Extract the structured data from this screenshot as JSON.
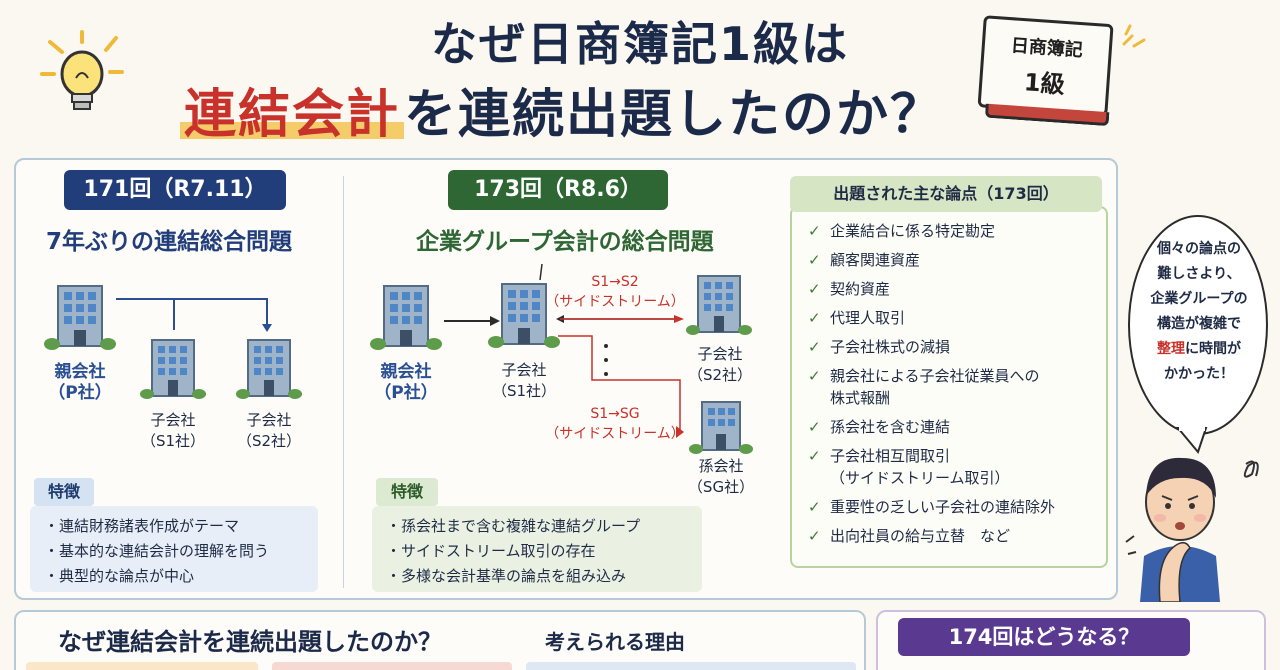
{
  "title": {
    "line1": "なぜ日商簿記1級は",
    "line2_highlight": "連結会計",
    "line2_rest": "を連続出題したのか？"
  },
  "book": {
    "line1": "日商簿記",
    "line2": "1級"
  },
  "left": {
    "pill": "171回（R7.11）",
    "heading": "7年ぶりの連結総合問題",
    "parent": {
      "name": "親会社",
      "code": "（P社）"
    },
    "sub1": {
      "name": "子会社",
      "code": "（S1社）"
    },
    "sub2": {
      "name": "子会社",
      "code": "（S2社）"
    },
    "feature_tag": "特徴",
    "features": [
      "・連結財務諸表作成がテーマ",
      "・基本的な連結会計の理解を問う",
      "・典型的な論点が中心"
    ]
  },
  "middle": {
    "pill": "173回（R8.6）",
    "heading": "企業グループ会計の総合問題",
    "parent": {
      "name": "親会社",
      "code": "（P社）"
    },
    "sub1": {
      "name": "子会社",
      "code": "（S1社）"
    },
    "sub2": {
      "name": "子会社",
      "code": "（S2社）"
    },
    "grand": {
      "name": "孫会社",
      "code": "（SG社）"
    },
    "upstream1": {
      "label": "S1→S2",
      "note": "（サイドストリーム）"
    },
    "upstream2": {
      "label": "S1→SG",
      "note": "（サイドストリーム）"
    },
    "feature_tag": "特徴",
    "features": [
      "・孫会社まで含む複雑な連結グループ",
      "・サイドストリーム取引の存在",
      "・多様な会計基準の論点を組み込み"
    ]
  },
  "topics": {
    "heading": "出題された主な論点（173回）",
    "items": [
      {
        "text": "企業結合に係る特定勘定"
      },
      {
        "text": "顧客関連資産"
      },
      {
        "text": "契約資産"
      },
      {
        "text": "代理人取引"
      },
      {
        "text": "子会社株式の減損"
      },
      {
        "text": "親会社による子会社従業員への",
        "cont": "株式報酬"
      },
      {
        "text": "孫会社を含む連結"
      },
      {
        "text": "子会社相互間取引",
        "cont": "（サイドストリーム取引）"
      },
      {
        "text": "重要性の乏しい子会社の連結除外"
      },
      {
        "text": "出向社員の給与立替　など"
      }
    ]
  },
  "bubble": {
    "lines": [
      "個々の論点の",
      "難しさより、",
      "企業グループの",
      "構造が複雑で"
    ],
    "hl": "整理",
    "line5_rest": "に時間が",
    "line6": "かかった！"
  },
  "bottom": {
    "why": "なぜ連結会計を連続出題したのか？",
    "why_sub": "考えられる理由",
    "next": "174回はどうなる？"
  },
  "colors": {
    "navy": "#1c2a4a",
    "accent_red": "#c8322b",
    "blue_pill": "#213e7b",
    "green_pill": "#2e6634",
    "purple_pill": "#5a3a91"
  }
}
